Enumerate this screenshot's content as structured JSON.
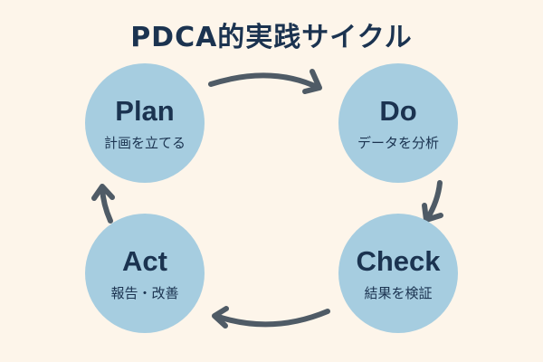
{
  "title": "PDCA的実践サイクル",
  "colors": {
    "background": "#fdf5ea",
    "node": "#a6cde0",
    "text": "#1b3350",
    "arrow": "#4f5b66"
  },
  "nodes": [
    {
      "key": "plan",
      "label": "Plan",
      "description": "計画を立てる"
    },
    {
      "key": "do",
      "label": "Do",
      "description": "データを分析"
    },
    {
      "key": "check",
      "label": "Check",
      "description": "結果を検証"
    },
    {
      "key": "act",
      "label": "Act",
      "description": "報告・改善"
    }
  ],
  "edges": [
    {
      "from": "Plan",
      "to": "Do"
    },
    {
      "from": "Do",
      "to": "Check"
    },
    {
      "from": "Check",
      "to": "Act"
    },
    {
      "from": "Act",
      "to": "Plan"
    }
  ]
}
